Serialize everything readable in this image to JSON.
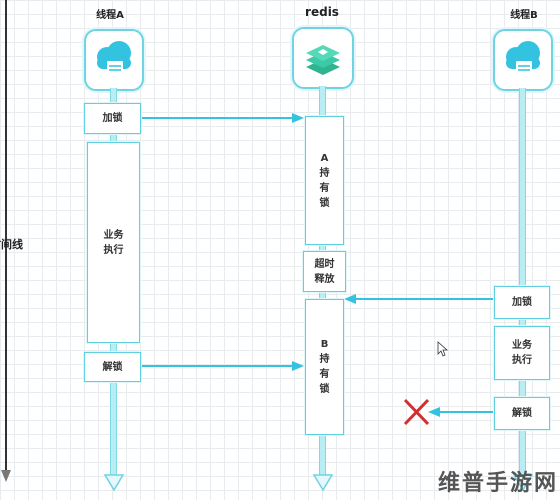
{
  "participants": {
    "thread_a": "线程A",
    "redis": "redis",
    "thread_b": "线程B"
  },
  "time_axis": {
    "label": "时间线"
  },
  "thread_a_steps": {
    "lock": "加锁",
    "business": "业务\n执行",
    "unlock": "解锁"
  },
  "redis_steps": {
    "a_holds": "A\n持\n有\n锁",
    "timeout": "超时\n释放",
    "b_holds": "B\n持\n有\n锁"
  },
  "thread_b_steps": {
    "lock": "加锁",
    "business": "业务\n执行",
    "unlock": "解锁"
  },
  "watermark": {
    "text": "维普手游网"
  },
  "colors": {
    "accent": "#33c3e0",
    "lifeline": "#b9edf4",
    "fail": "#d32f2f",
    "redis_icon": "#3cc9a7"
  }
}
